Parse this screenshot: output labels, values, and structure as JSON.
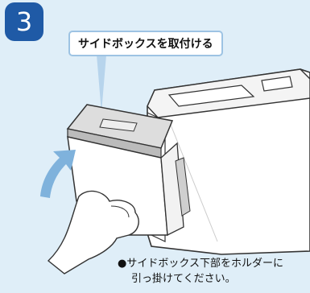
{
  "step": {
    "number": "3"
  },
  "callout": {
    "text": "サイドボックスを取付ける"
  },
  "note": {
    "bullet": "●",
    "line1": "サイドボックス下部をホルダーに",
    "line2": "引っ掛けてください。"
  },
  "colors": {
    "panel_bg": "#dfeef8",
    "badge": "#1f5aa6",
    "callout_border": "#9dc3e3",
    "arrow": "#7fb2dc"
  }
}
